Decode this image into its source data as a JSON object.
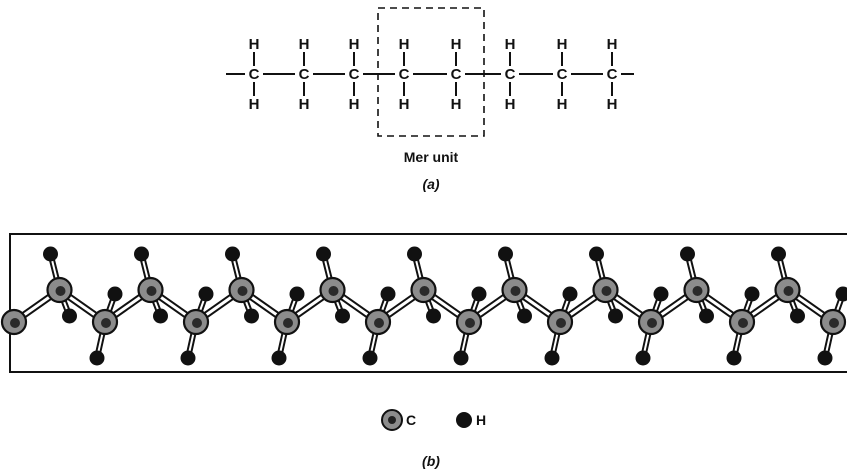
{
  "structural_formula": {
    "carbon_symbol": "C",
    "hydrogen_symbol": "H",
    "chain_carbon_count": 8,
    "mer_unit_label": "Mer unit",
    "caption": "(a)"
  },
  "ball_and_stick_model": {
    "legend": {
      "carbon_label": "C",
      "hydrogen_label": "H"
    },
    "caption": "(b)"
  },
  "colors": {
    "ink": "#111111",
    "paper": "#ffffff",
    "carbon_fill": "#8c8c8c",
    "bond": "#111111"
  }
}
